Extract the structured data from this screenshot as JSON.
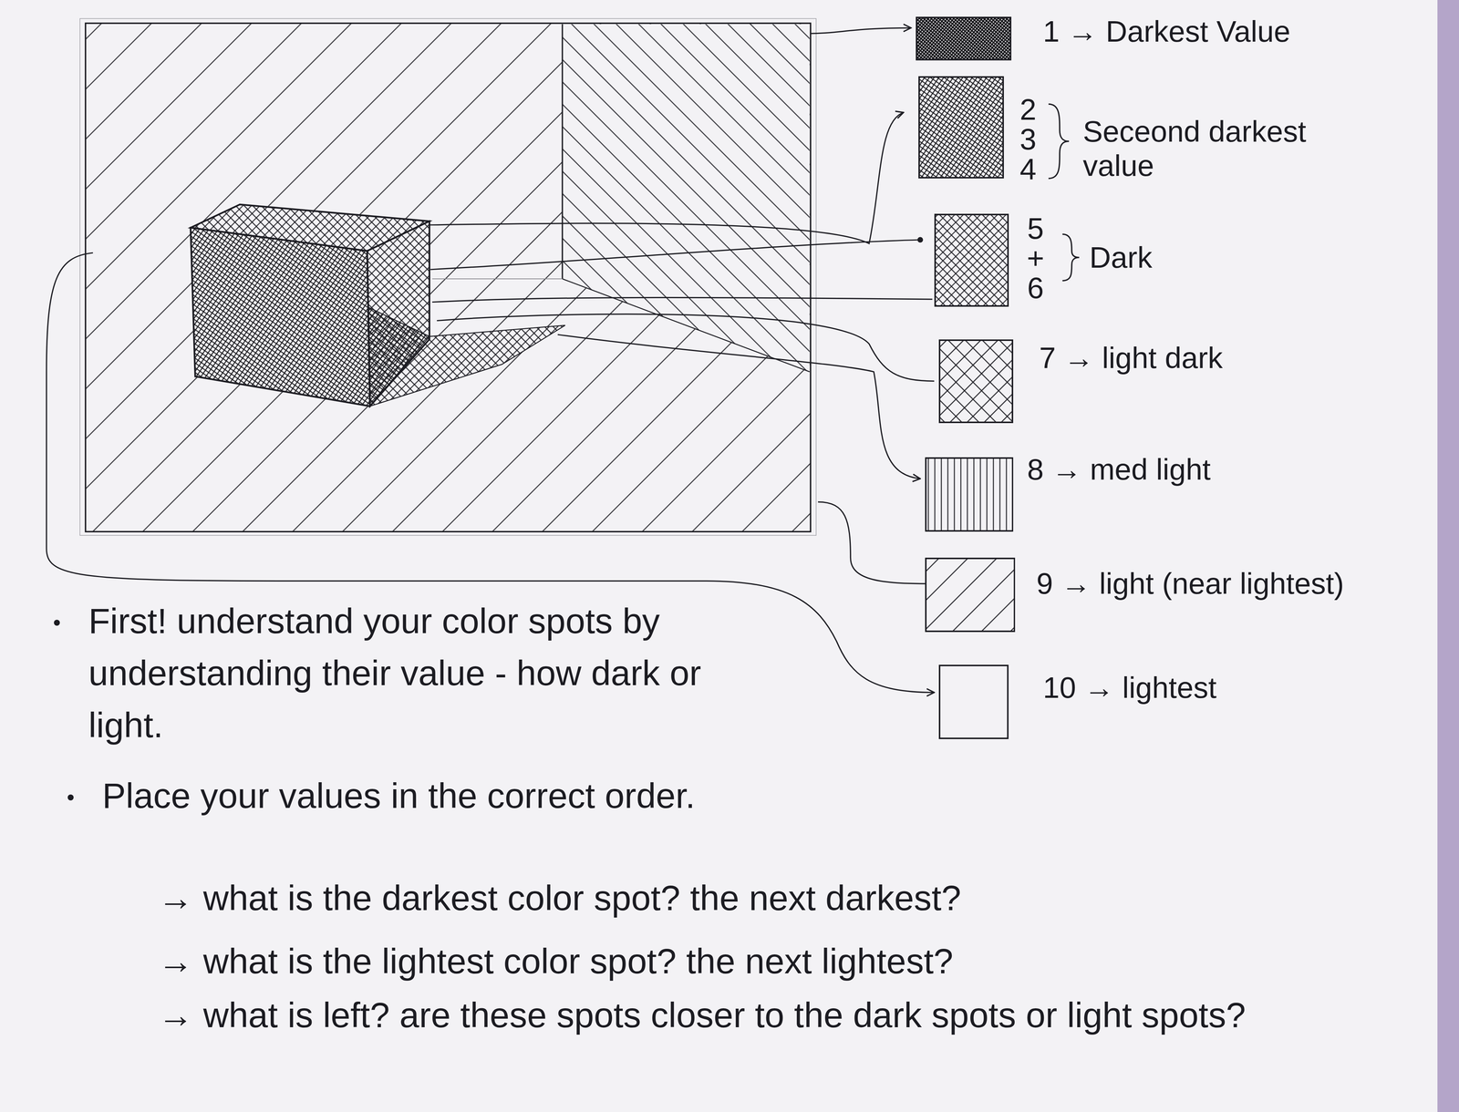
{
  "diagram": {
    "nodes": [
      {
        "text": [
          "1 → Darkest Value"
        ]
      },
      {
        "text": [
          "2 3 4",
          "Seceond darkest value"
        ]
      },
      {
        "text": [
          "5 + 6",
          "Dark"
        ]
      },
      {
        "text": [
          "7 → light dark"
        ]
      },
      {
        "text": [
          "8 → med light"
        ]
      },
      {
        "text": [
          "9 → light (near lightest)"
        ]
      },
      {
        "text": [
          "10 → lightest"
        ]
      }
    ],
    "labels": [
      "First! understand your color spots by understanding their value - how dark or light.",
      "Place your values in the correct order.",
      "→ what is the darkest color spot? the next darkest?",
      "→ what is the lightest color spot? the next lightest?",
      "→ what is left? are these spots closer to the dark spots or light spots?"
    ]
  }
}
